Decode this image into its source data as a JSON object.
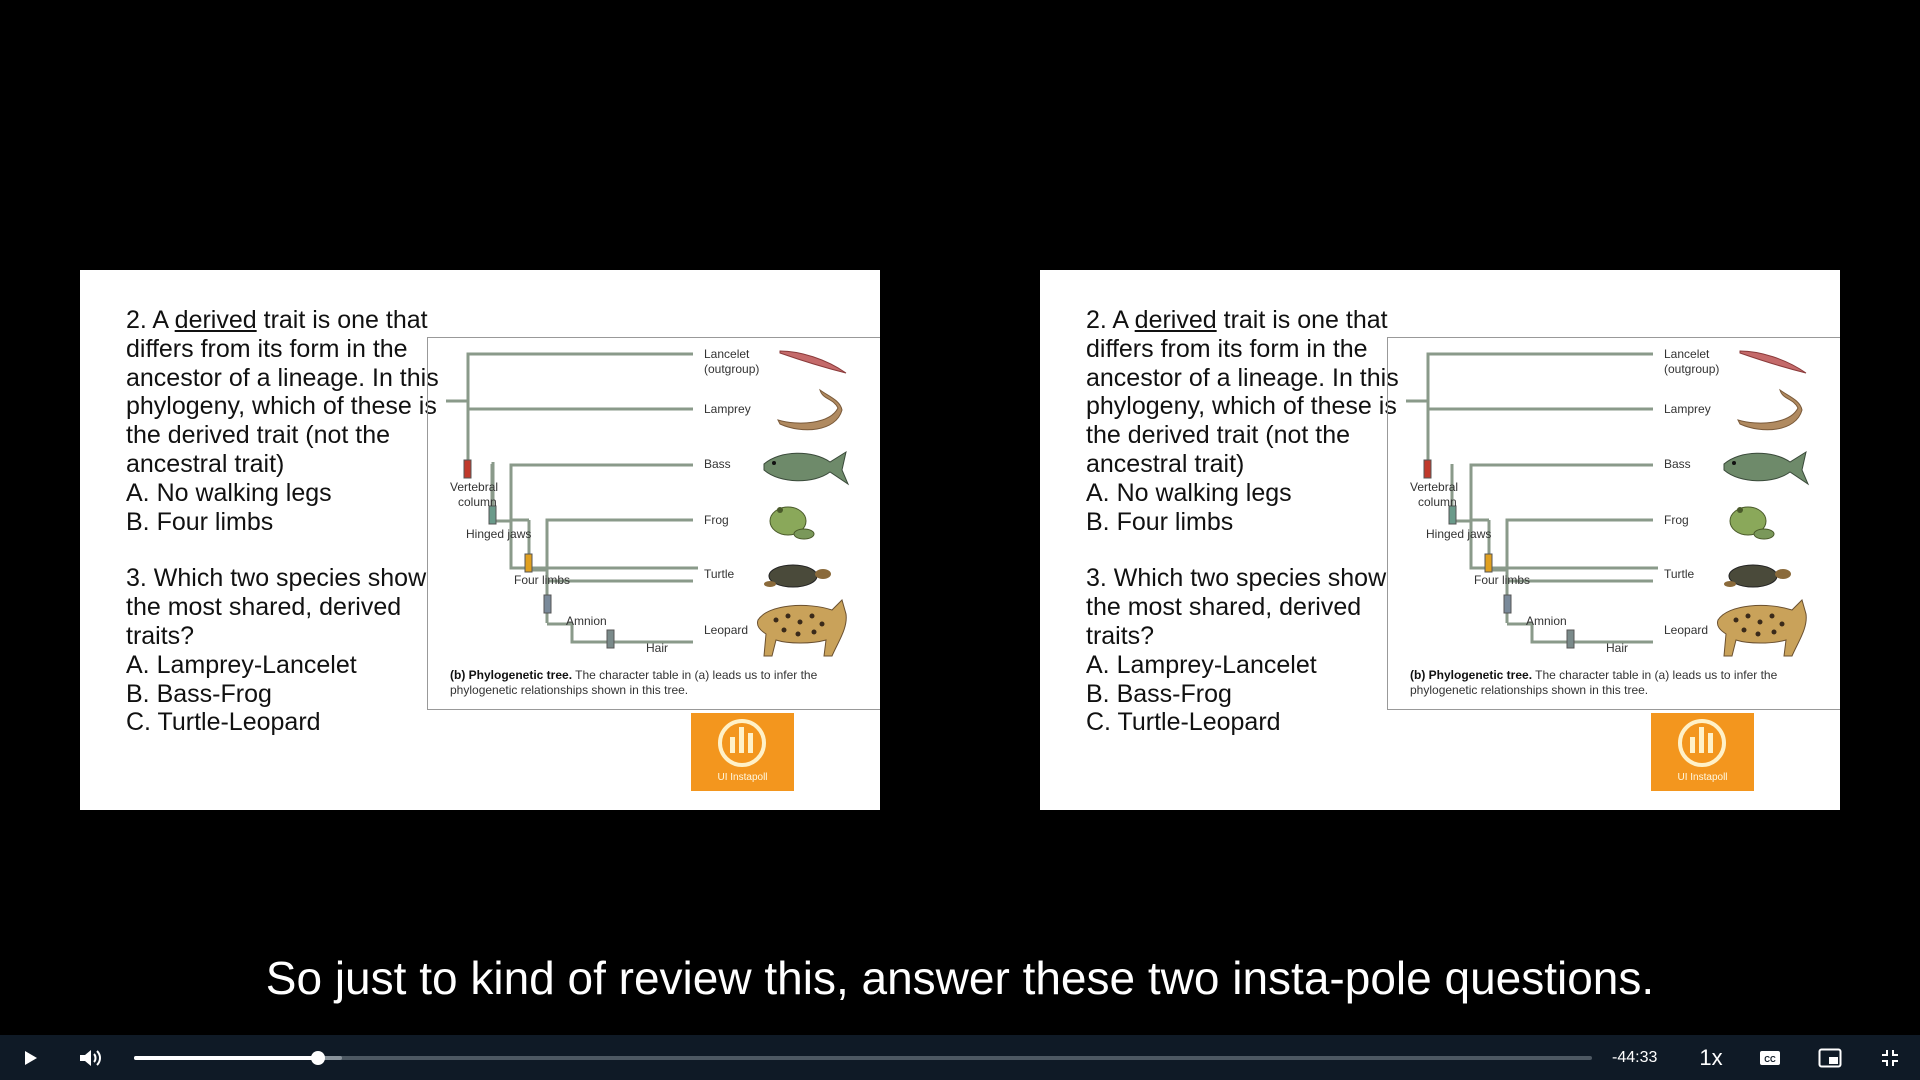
{
  "slides": [
    {
      "q2": {
        "prefix": "2. A ",
        "underlined": "derived",
        "suffix": " trait is one that differs from its form in the ancestor of a lineage. In this phylogeny, which of these is the derived trait (not the ancestral trait)",
        "option_a": "A. No walking legs",
        "option_b": "B. Four limbs"
      },
      "q3": {
        "text": "3. Which two species show the most shared, derived traits?",
        "option_a": "A. Lamprey-Lancelet",
        "option_b": "B. Bass-Frog",
        "option_c": "C. Turtle-Leopard"
      },
      "tree": {
        "taxa": [
          "Lancelet",
          "Lamprey",
          "Bass",
          "Frog",
          "Turtle",
          "Leopard"
        ],
        "outgroup_note": "(outgroup)",
        "traits": [
          "Vertebral",
          "column",
          "Hinged jaws",
          "Four limbs",
          "Amnion",
          "Hair"
        ],
        "caption_bold": "(b) Phylogenetic tree.",
        "caption_text": " The character table in (a) leads us to infer the phylogenetic relationships shown in this tree."
      },
      "logo_label": "UI Instapoll"
    },
    {
      "q2": {
        "prefix": "2. A ",
        "underlined": "derived",
        "suffix": " trait is one that differs from its form in the ancestor of a lineage. In this phylogeny, which of these is the derived trait (not the ancestral trait)",
        "option_a": "A. No walking legs",
        "option_b": "B. Four limbs"
      },
      "q3": {
        "text": "3. Which two species show the most shared, derived traits?",
        "option_a": "A. Lamprey-Lancelet",
        "option_b": "B. Bass-Frog",
        "option_c": "C. Turtle-Leopard"
      },
      "tree": {
        "taxa": [
          "Lancelet",
          "Lamprey",
          "Bass",
          "Frog",
          "Turtle",
          "Leopard"
        ],
        "outgroup_note": "(outgroup)",
        "traits": [
          "Vertebral",
          "column",
          "Hinged jaws",
          "Four limbs",
          "Amnion",
          "Hair"
        ],
        "caption_bold": "(b) Phylogenetic tree.",
        "caption_text": " The character table in (a) leads us to infer the phylogenetic relationships shown in this tree."
      },
      "logo_label": "UI Instapoll"
    }
  ],
  "subtitle": "So just to kind of review this, answer these two insta-pole questions.",
  "player": {
    "progress_fraction": 0.126,
    "buffered_fraction": 0.143,
    "time_remaining": "-44:33",
    "speed": "1x",
    "icons": [
      "play-icon",
      "volume-icon",
      "captions-icon",
      "picture-in-picture-icon",
      "exit-fullscreen-icon"
    ]
  },
  "colors": {
    "tree_line": "#8a9a8a",
    "trait_vertebral": "#c0392b",
    "trait_hinged_jaws": "#6a9a8a",
    "trait_four_limbs": "#e0a020",
    "trait_amnion": "#7a8a9a",
    "trait_hair": "#7a8a8a",
    "logo": "#f3961e",
    "control_bar": "#0f1a26"
  }
}
